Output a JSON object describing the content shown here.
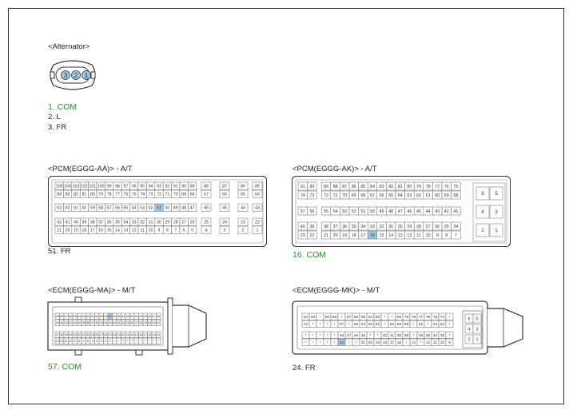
{
  "colors": {
    "highlight_text": "#2d8a2d",
    "highlight_pin": "#9cc8e0"
  },
  "alternator": {
    "title": "<Alternator>",
    "pins": [
      "3",
      "2",
      "1"
    ],
    "items": [
      "1. COM",
      "2. L",
      "3. FR"
    ],
    "highlight_item_index": 0
  },
  "pcm_aa": {
    "title": "<PCM(EGGG-AA)> - A/T",
    "note": "51. FR",
    "highlight_pin": "51",
    "rows": [
      [
        "105",
        "104",
        "103",
        "102",
        "101",
        "100",
        "99",
        "98",
        "97",
        "96",
        "95",
        "94",
        "93",
        "92",
        "91",
        "90",
        "89"
      ],
      [
        "84",
        "83",
        "82",
        "81",
        "80",
        "79",
        "78",
        "77",
        "76",
        "75",
        "74",
        "73",
        "72",
        "71",
        "70",
        "69",
        "68"
      ],
      [
        "63",
        "62",
        "61",
        "60",
        "59",
        "58",
        "57",
        "56",
        "55",
        "54",
        "53",
        "52",
        "51",
        "50",
        "49",
        "48",
        "47"
      ],
      [
        "42",
        "41",
        "40",
        "39",
        "38",
        "37",
        "36",
        "35",
        "34",
        "33",
        "32",
        "31",
        "30",
        "29",
        "28",
        "27",
        "26"
      ],
      [
        "21",
        "20",
        "19",
        "18",
        "17",
        "16",
        "15",
        "14",
        "13",
        "12",
        "11",
        "10",
        "9",
        "8",
        "7",
        "6",
        "5"
      ]
    ],
    "side_rows": [
      [
        "88",
        "87",
        "86",
        "85"
      ],
      [
        "67",
        "66",
        "65",
        "64"
      ],
      [
        "46",
        "45",
        "44",
        "43"
      ],
      [
        "25",
        "24",
        "23",
        "22"
      ],
      [
        "4",
        "3",
        "2",
        "1"
      ]
    ]
  },
  "pcm_ak": {
    "title": "<PCM(EGGG-AK)> - A/T",
    "note": "16. COM",
    "highlight_pin": "16",
    "rows": [
      [
        "91",
        "90",
        "89",
        "88",
        "87",
        "86",
        "85",
        "84",
        "83",
        "82",
        "81",
        "80",
        "79",
        "78",
        "77",
        "76",
        "75"
      ],
      [
        "74",
        "73",
        "72",
        "71",
        "70",
        "69",
        "68",
        "67",
        "66",
        "65",
        "64",
        "63",
        "62",
        "61",
        "60",
        "59",
        "58"
      ],
      [
        "57",
        "56",
        "55",
        "54",
        "53",
        "52",
        "51",
        "50",
        "49",
        "48",
        "47",
        "46",
        "45",
        "44",
        "43",
        "42",
        "41"
      ],
      [
        "40",
        "39",
        "38",
        "37",
        "36",
        "35",
        "34",
        "33",
        "32",
        "31",
        "30",
        "29",
        "28",
        "27",
        "26",
        "25",
        "24"
      ],
      [
        "23",
        "22",
        "21",
        "20",
        "19",
        "18",
        "17",
        "16",
        "15",
        "14",
        "13",
        "12",
        "11",
        "10",
        "9",
        "8",
        "7"
      ]
    ],
    "side_rows": [
      [
        "6",
        "5"
      ],
      [
        "4",
        "3"
      ],
      [
        "2",
        "1"
      ]
    ]
  },
  "ecm_ma": {
    "title": "<ECM(EGGG-MA)> - M/T",
    "note": "57. COM",
    "highlight_pin": "57",
    "rows": [
      [
        "69",
        "68",
        "67",
        "66",
        "65",
        "64",
        "63",
        "62",
        "61",
        "60",
        "59",
        "58",
        "57",
        "56",
        "55",
        "54",
        "53",
        "52",
        "51",
        "50",
        "49",
        "48",
        "47",
        "46"
      ],
      [
        "45",
        "44",
        "43",
        "42",
        "41",
        "40",
        "39",
        "38",
        "37",
        "36",
        "35",
        "34",
        "33",
        "32",
        "31",
        "30",
        "29",
        "28",
        "27",
        "26",
        "25",
        "24",
        "23",
        "22"
      ],
      [
        "37",
        "36",
        "35",
        "34",
        "33",
        "32",
        "31",
        "30",
        "29",
        "28",
        "27",
        "26",
        "25",
        "24",
        "23",
        "22",
        "21",
        "20",
        "19",
        "18",
        "17",
        "16",
        "15",
        "14"
      ],
      [
        "13",
        "12",
        "11",
        "10",
        "9",
        "8",
        "7",
        "6",
        "5",
        "4",
        "3",
        "2",
        "1",
        "*",
        "*",
        "*",
        "*",
        "*",
        "*",
        "*",
        "*",
        "*",
        "*",
        "*"
      ]
    ]
  },
  "ecm_mk": {
    "title": "<ECM(EGGG-MK)> - M/T",
    "note": "24. FR",
    "highlight_pin": "24",
    "rows": [
      [
        "94",
        "93",
        "*",
        "90",
        "89",
        "*",
        "87",
        "86",
        "85",
        "84",
        "83",
        "*",
        "*",
        "80",
        "79",
        "78",
        "77",
        "76",
        "75",
        "74",
        "*"
      ],
      [
        "72",
        "*",
        "*",
        "*",
        "*",
        "67",
        "*",
        "65",
        "64",
        "63",
        "62",
        "*",
        "60",
        "59",
        "58",
        "*",
        "56",
        "*",
        "53",
        "52",
        "*"
      ],
      [
        "*",
        "*",
        "*",
        "*",
        "*",
        "48",
        "47",
        "46",
        "45",
        "*",
        "*",
        "42",
        "41",
        "40",
        "39",
        "*",
        "36",
        "35",
        "34",
        "33",
        "*"
      ],
      [
        "*",
        "*",
        "*",
        "*",
        "*",
        "24",
        "*",
        "*",
        "21",
        "20",
        "19",
        "18",
        "17",
        "16",
        "*",
        "14",
        "*",
        "12",
        "11",
        "10",
        "9"
      ]
    ],
    "side_rows": [
      [
        "6",
        "5"
      ],
      [
        "4",
        "3"
      ],
      [
        "2",
        "1"
      ]
    ]
  }
}
